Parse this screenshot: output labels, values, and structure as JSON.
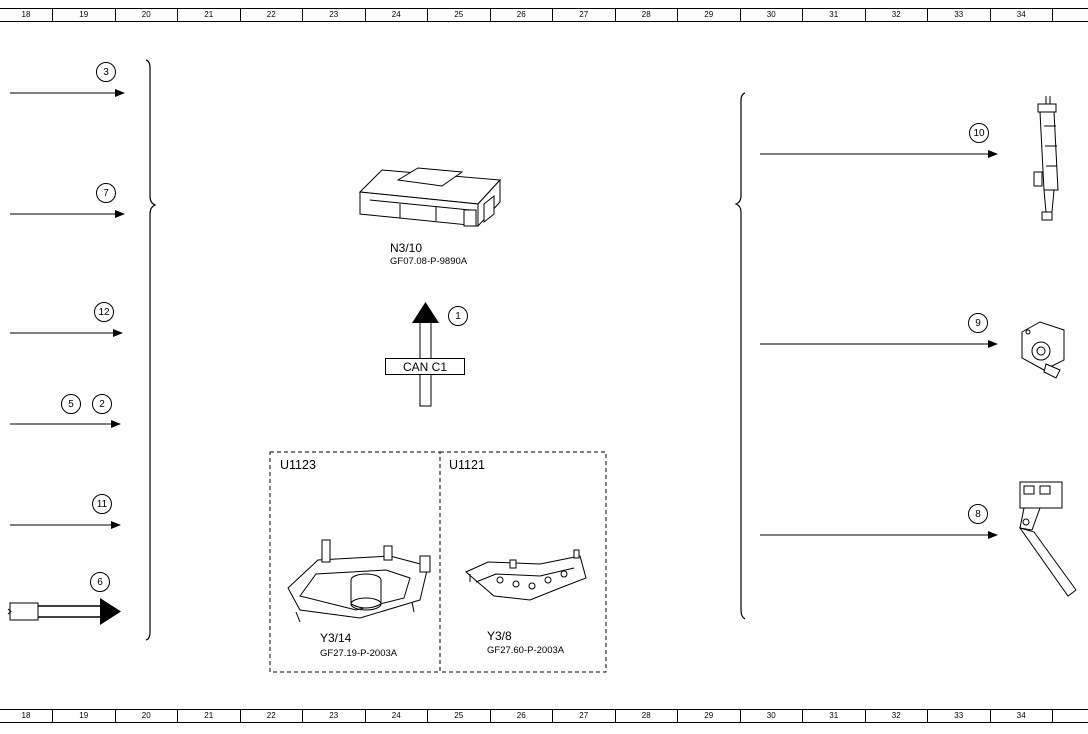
{
  "ruler": {
    "columns": [
      "18",
      "19",
      "20",
      "21",
      "22",
      "23",
      "24",
      "25",
      "26",
      "27",
      "28",
      "29",
      "30",
      "31",
      "32",
      "33",
      "34"
    ]
  },
  "central_unit": {
    "code": "N3/10",
    "doc_ref": "GF07.08-P-9890A"
  },
  "bus": {
    "label": "CAN C1",
    "ref": "1"
  },
  "inputs": [
    {
      "ref": "3"
    },
    {
      "ref": "7"
    },
    {
      "ref": "12"
    },
    {
      "refs": [
        "5",
        "2"
      ]
    },
    {
      "ref": "11"
    },
    {
      "ref": "6"
    }
  ],
  "outputs": [
    {
      "ref": "10"
    },
    {
      "ref": "9"
    },
    {
      "ref": "8"
    }
  ],
  "groups": [
    {
      "label": "U1123",
      "component_code": "Y3/14",
      "doc_ref": "GF27.19-P-2003A"
    },
    {
      "label": "U1121",
      "component_code": "Y3/8",
      "doc_ref": "GF27.60-P-2003A"
    }
  ]
}
